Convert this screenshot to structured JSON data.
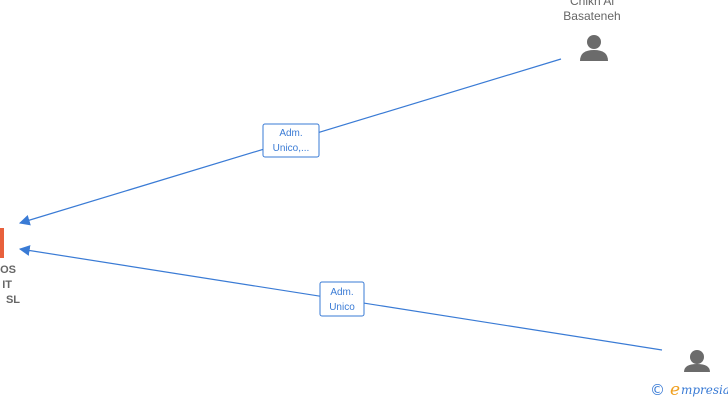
{
  "nodes": {
    "company": {
      "name_lines": [
        "OS",
        "IT",
        "SL"
      ]
    },
    "person_top": {
      "name_lines": [
        "Chikh Al",
        "Basateneh"
      ]
    },
    "person_bottom": {
      "name_lines": []
    }
  },
  "edges": [
    {
      "from": "person_top",
      "to": "company",
      "label_lines": [
        "Adm.",
        "Unico,..."
      ]
    },
    {
      "from": "person_bottom",
      "to": "company",
      "label_lines": [
        "Adm.",
        "Unico"
      ]
    }
  ],
  "footer": {
    "copyright_symbol": "©",
    "brand_initial": "e",
    "brand_rest": "mpresia"
  },
  "colors": {
    "edge": "#3a7bd5",
    "person_icon": "#6b6b6b",
    "company_icon": "#e8603c",
    "brand_accent": "#f0a020"
  }
}
